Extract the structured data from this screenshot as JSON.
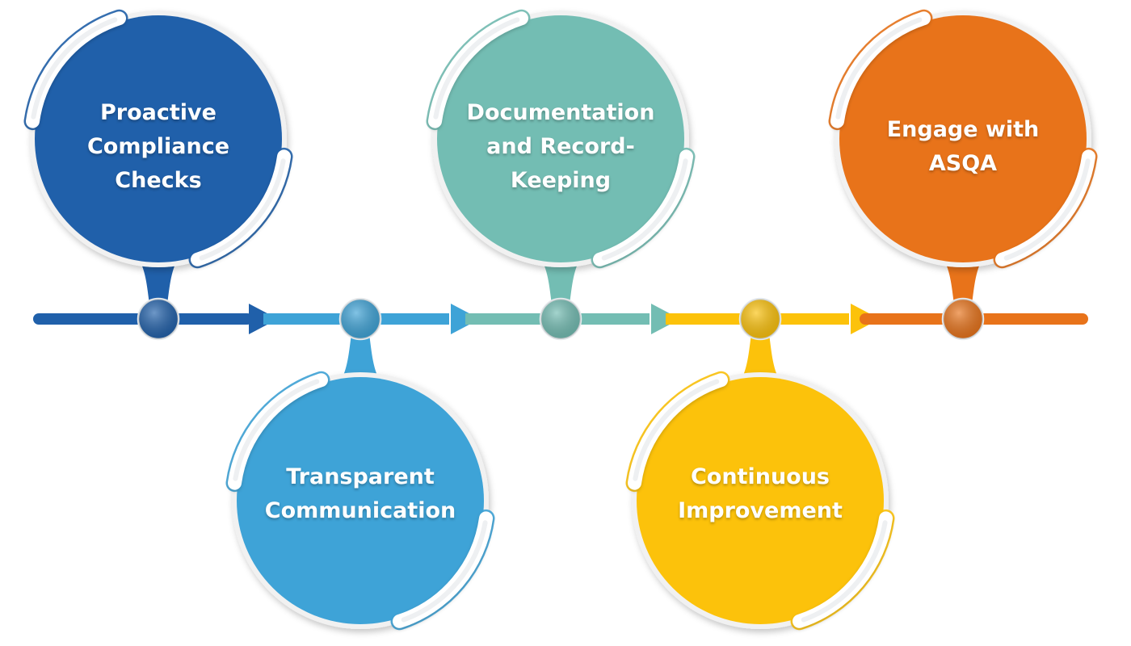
{
  "diagram": {
    "steps": [
      {
        "label_lines": [
          "Proactive",
          "Compliance",
          "Checks"
        ],
        "color": "#2060aa",
        "position": "top"
      },
      {
        "label_lines": [
          "Transparent",
          "Communication"
        ],
        "color": "#3ea3d7",
        "position": "bottom"
      },
      {
        "label_lines": [
          "Documentation",
          "and Record-",
          "Keeping"
        ],
        "color": "#73bdb3",
        "position": "top"
      },
      {
        "label_lines": [
          "Continuous",
          "Improvement"
        ],
        "color": "#fcc20b",
        "position": "bottom"
      },
      {
        "label_lines": [
          "Engage with",
          "ASQA"
        ],
        "color": "#e8731a",
        "position": "top"
      }
    ]
  }
}
